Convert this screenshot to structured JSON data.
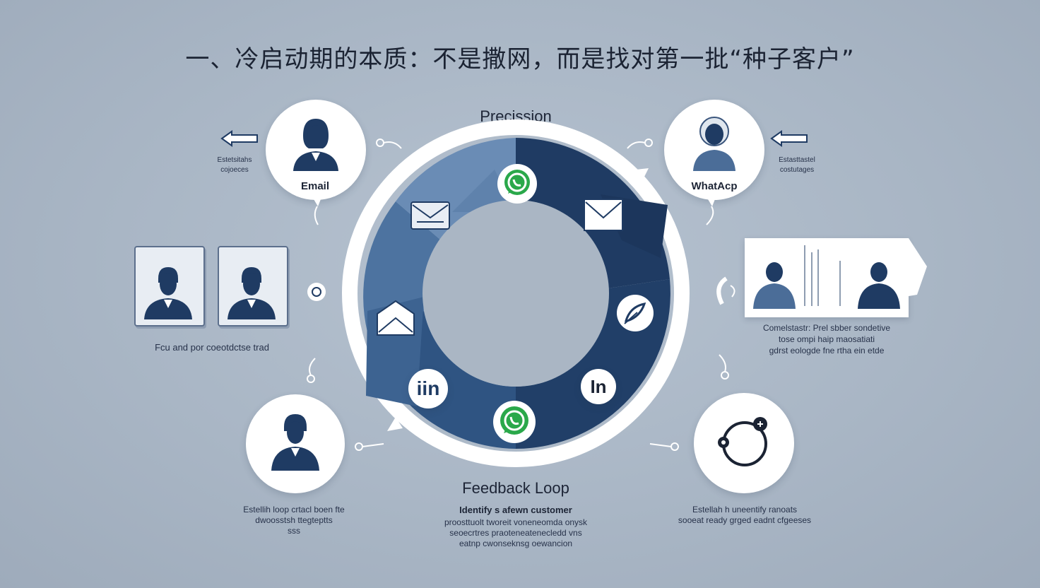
{
  "title": "一、冷启动期的本质：不是撒网，而是找对第一批“种子客户”",
  "top_label": "Precission",
  "bottom_label": "Feedback Loop",
  "nodes": {
    "email": {
      "label": "Email",
      "side_text": "Estetsitahs\ncojoeces",
      "icon": "person-icon"
    },
    "whatsapp": {
      "label": "WhatAcp",
      "side_text": "Estasttastel\ncostutages",
      "icon": "person-icon"
    },
    "left_cards": {
      "caption": "Fcu and por coeotdctse trad"
    },
    "right_panel": {
      "caption": "Comelstastr: Prel sbber sondetive\ntose ompi haip maosatiati\ngdrst eologde fne rtha ein etde"
    },
    "bottom_left": {
      "caption": "Estellih loop crtacl boen fte\ndwoosstsh ttegteptts\nsss"
    },
    "bottom_center": {
      "heading": "Identify s afewn customer",
      "caption": "proosttuolt tworeit voneneomda onysk\nseoecrtres praoteneatenecledd vns\neatnp cwonseknsg oewancion"
    },
    "bottom_right": {
      "caption": "Estellah h uneentify ranoats\nsooeat ready grged eadnt cfgeeses"
    }
  },
  "ring_icons": [
    "whatsapp-icon",
    "mail-icon",
    "envelope-icon",
    "feather-icon",
    "envelope-icon",
    "linkedin-icon",
    "linkedin-icon",
    "whatsapp-icon"
  ],
  "linkedin_text_1": "iin",
  "linkedin_text_2": "In",
  "colors": {
    "navy": "#1f3b63",
    "mid_blue": "#4a6e98",
    "light_blue": "#6f8fb5",
    "bg": "#aab6c4",
    "white": "#ffffff"
  }
}
